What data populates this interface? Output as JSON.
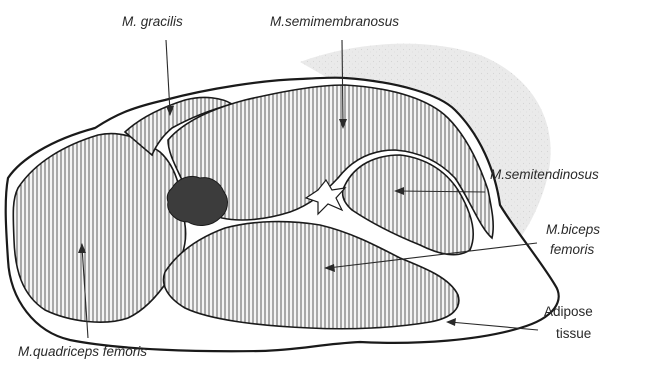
{
  "labels": {
    "gracilis": "M. gracilis",
    "semimembranosus": "M.semimembranosus",
    "semitendinosus": "M.semitendinosus",
    "biceps_line1": "M.biceps",
    "biceps_line2": "femoris",
    "adipose_line1": "Adipose",
    "adipose_line2": "tissue",
    "quadriceps": "M.quadriceps femoris"
  },
  "colors": {
    "outline": "#1a1a1a",
    "hatch": "#4a4a4a",
    "hatch_bg": "#f4f4f4",
    "shadow": "#e6e6e6",
    "bone": "#3c3c3c",
    "leader": "#2a2a2a"
  }
}
